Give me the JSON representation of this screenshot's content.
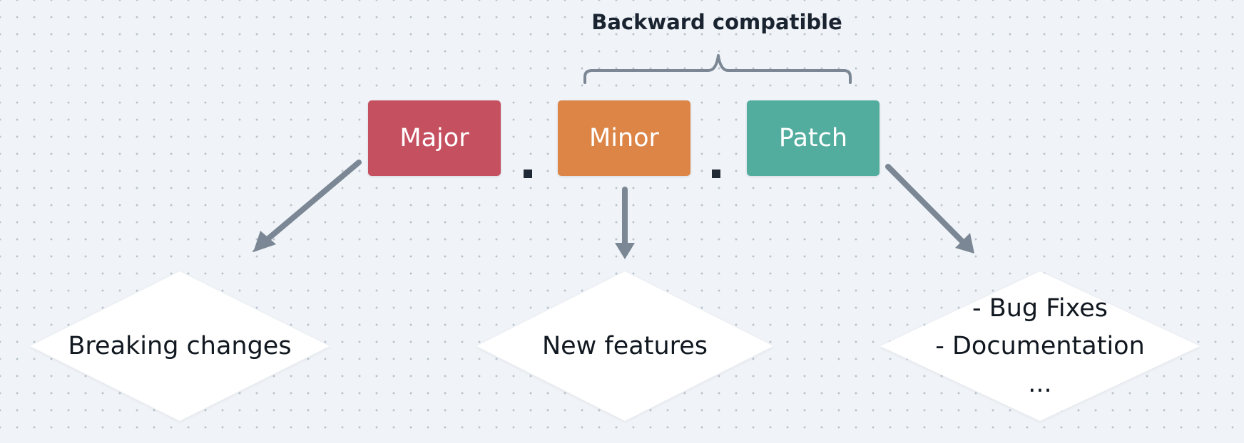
{
  "heading": "Backward compatible",
  "boxes": {
    "major": {
      "label": "Major",
      "color": "#c55060"
    },
    "minor": {
      "label": "Minor",
      "color": "#dc8547"
    },
    "patch": {
      "label": "Patch",
      "color": "#52ad9f"
    }
  },
  "separator": ".",
  "diamonds": {
    "major": {
      "text": "Breaking changes"
    },
    "minor": {
      "text": "New features"
    },
    "patch": {
      "lines": [
        "- Bug Fixes",
        "- Documentation",
        "..."
      ]
    }
  },
  "colors": {
    "arrow": "#7b8794",
    "brace": "#7b8794",
    "diamond_fill": "#ffffff"
  }
}
